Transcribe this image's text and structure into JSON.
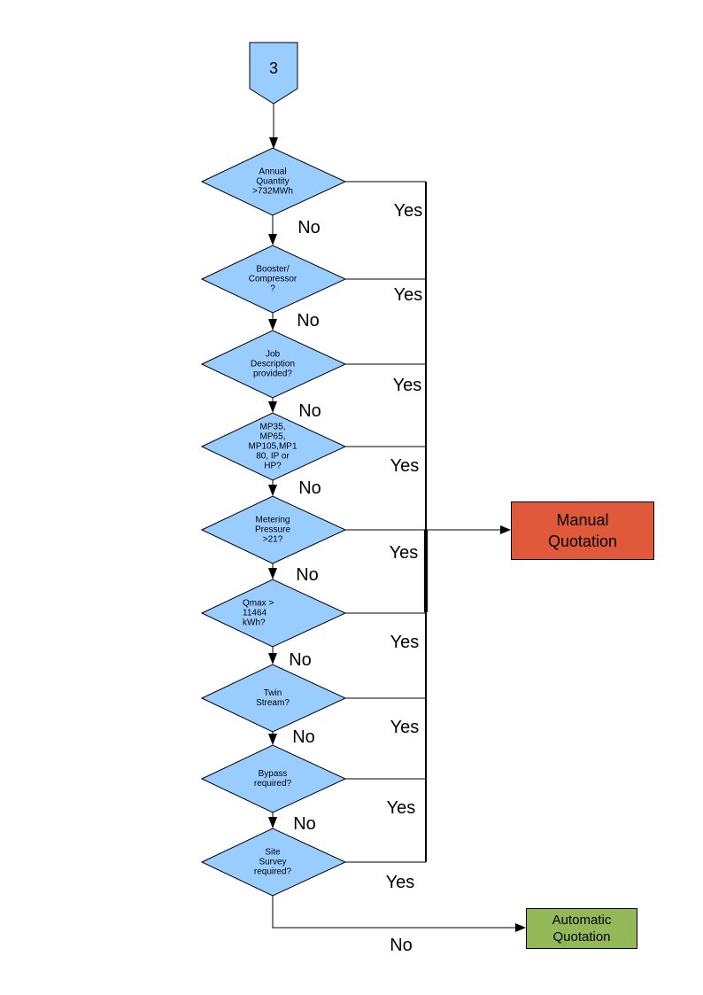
{
  "colors": {
    "background": "#FFFFFF",
    "diamond-fill": "#99CCFF",
    "connector-fill": "#99CCFF",
    "manual-fill": "#E0593A",
    "auto-fill": "#93B857",
    "line": "#000000",
    "text": "#000000"
  },
  "connector": {
    "label": "3"
  },
  "decisions": [
    {
      "label": "Annual\nQuantity\n>732MWh",
      "yes": "Yes",
      "no": "No"
    },
    {
      "label": "Booster/\nCompressor\n?",
      "yes": "Yes",
      "no": "No"
    },
    {
      "label": "Job\nDescription\nprovided?",
      "yes": "Yes",
      "no": "No"
    },
    {
      "label": "MP35,\nMP65,\nMP105,MP1\n80, IP or\nHP?",
      "yes": "Yes",
      "no": "No"
    },
    {
      "label": "Metering\nPressure\n>21?",
      "yes": "Yes",
      "no": "No"
    },
    {
      "label": "Qmax >\n11464\nkWh?",
      "yes": "Yes",
      "no": "No"
    },
    {
      "label": "Twin\nStream?",
      "yes": "Yes",
      "no": "No"
    },
    {
      "label": "Bypass\nrequired?",
      "yes": "Yes",
      "no": "No"
    },
    {
      "label": "Site\nSurvey\nrequired?",
      "yes": "Yes",
      "no": "No"
    }
  ],
  "outcomes": {
    "manual": "Manual\nQuotation",
    "automatic": "Automatic\nQuotation"
  }
}
